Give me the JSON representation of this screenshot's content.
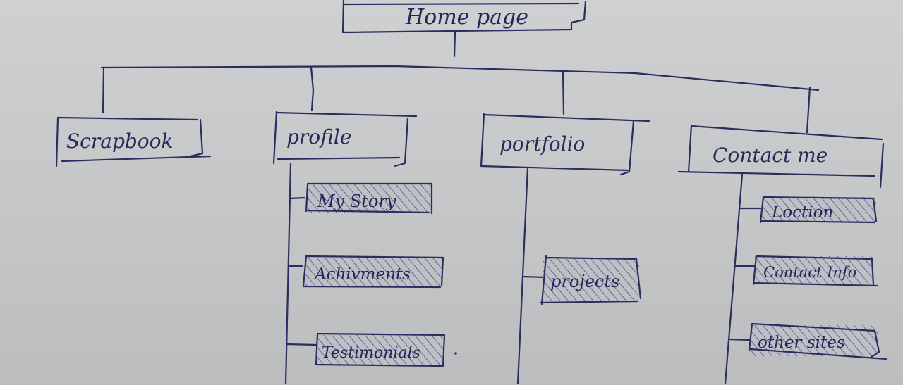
{
  "diagram": {
    "root": "Home page",
    "sections": [
      {
        "label": "Scrapbook",
        "children": []
      },
      {
        "label": "profile",
        "children": [
          "My Story",
          "Achivments",
          "Testimonials"
        ]
      },
      {
        "label": "portfolio",
        "children": [
          "projects"
        ]
      },
      {
        "label": "Contact me",
        "children": [
          "Loction",
          "Contact Info",
          "other sites"
        ]
      }
    ]
  },
  "colors": {
    "board": "#c9cacc",
    "ink": "#2a2e5e"
  }
}
